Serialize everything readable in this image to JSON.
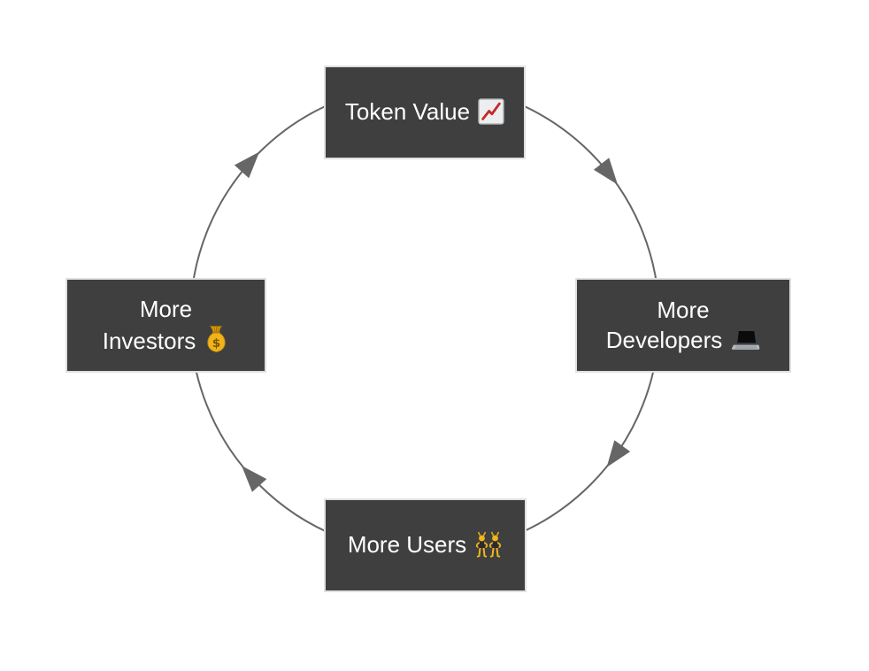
{
  "diagram": {
    "type": "cycle-diagram",
    "direction": "clockwise",
    "nodes": [
      {
        "id": "token-value",
        "label": "Token Value",
        "icon": "chart-increasing-icon",
        "position": "top"
      },
      {
        "id": "more-developers",
        "label": "More\nDevelopers",
        "icon": "laptop-icon",
        "position": "right"
      },
      {
        "id": "more-users",
        "label": "More Users",
        "icon": "dancers-icon",
        "position": "bottom"
      },
      {
        "id": "more-investors",
        "label": "More\nInvestors",
        "icon": "money-bag-icon",
        "position": "left"
      }
    ],
    "edges": [
      {
        "from": "token-value",
        "to": "more-developers"
      },
      {
        "from": "more-developers",
        "to": "more-users"
      },
      {
        "from": "more-users",
        "to": "more-investors"
      },
      {
        "from": "more-investors",
        "to": "token-value"
      }
    ],
    "colors": {
      "background": "#ffffff",
      "node_background": "#3f3f3f",
      "node_text": "#ffffff",
      "arrow": "#666666"
    }
  }
}
